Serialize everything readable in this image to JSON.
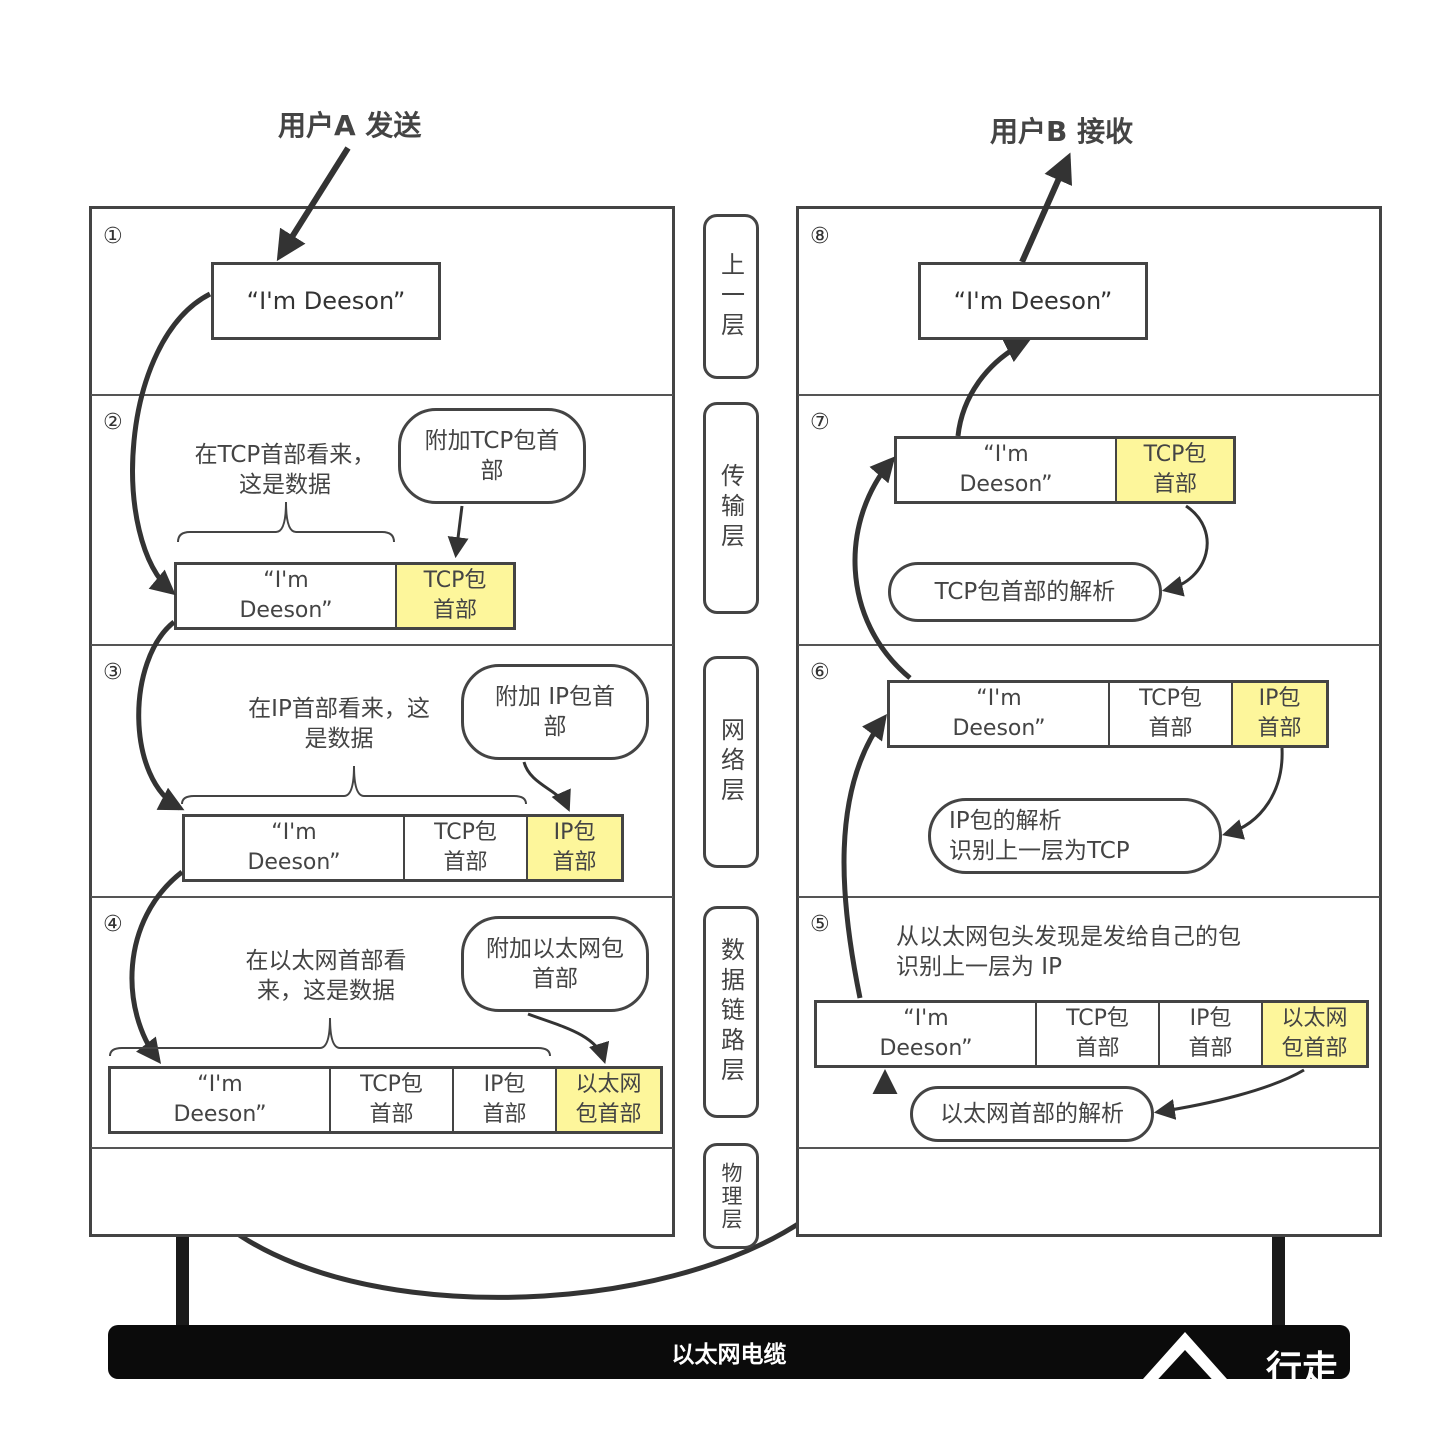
{
  "titles": {
    "sender": "用户A 发送",
    "receiver": "用户B 接收"
  },
  "layers": [
    "上一层",
    "传输层",
    "网络层",
    "数据链路层",
    "物理层"
  ],
  "steps": [
    "①",
    "②",
    "③",
    "④",
    "⑤",
    "⑥",
    "⑦",
    "⑧"
  ],
  "payload": "“I'm Deeson”",
  "payload_split": "“I'm\nDeeson”",
  "headers": {
    "tcp": "TCP包\n首部",
    "ip": "IP包\n首部",
    "eth": "以太网\n包首部"
  },
  "sender_notes": {
    "s2_note": "在TCP首部看来，\n这是数据",
    "s2_bubble": "附加TCP包首\n部",
    "s3_note": "在IP首部看来，这\n是数据",
    "s3_bubble": "附加 IP包首\n部",
    "s4_note": "在以太网首部看\n来，这是数据",
    "s4_bubble": "附加以太网包\n首部"
  },
  "receiver_notes": {
    "s7_bubble": "TCP包首部的解析",
    "s6_bubble": "IP包的解析\n识别上一层为TCP",
    "s5_note": "从以太网包头发现是发给自己的包\n识别上一层为 IP",
    "s5_bubble": "以太网首部的解析"
  },
  "cable": "以太网电缆",
  "watermark": "行走"
}
